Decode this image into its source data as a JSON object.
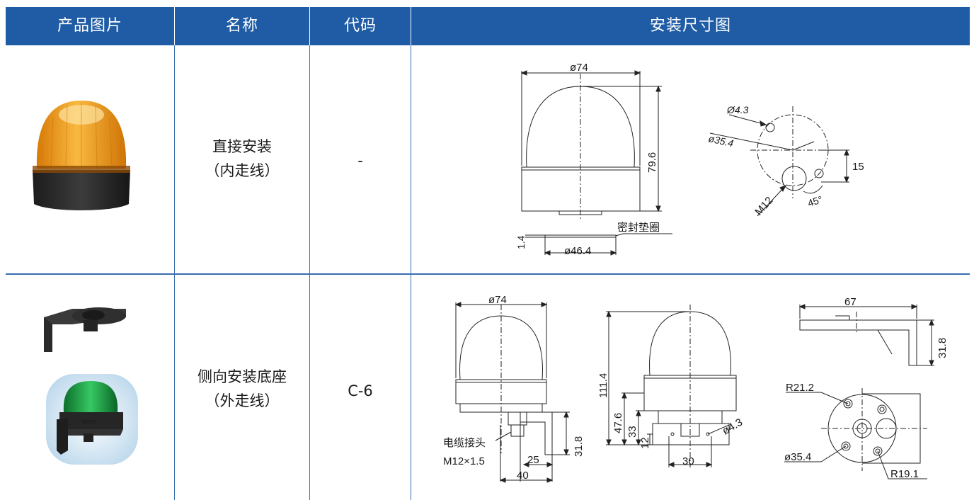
{
  "header": {
    "col_image": "产品图片",
    "col_name": "名称",
    "col_code": "代码",
    "col_drawing": "安装尺寸图"
  },
  "rows": [
    {
      "name_line1": "直接安装",
      "name_line2": "（内走线）",
      "code": "-",
      "drawing": {
        "diameter": "ø74",
        "height": "79.6",
        "gasket_thickness": "1.4",
        "gasket_diameter": "ø46.4",
        "gasket_label": "密封垫圈",
        "hole_diameter": "Ø4.3",
        "pcd": "ø35.4",
        "offset": "15",
        "thread": "M12",
        "angle": "45°"
      }
    },
    {
      "name_line1": "侧向安装底座",
      "name_line2": "（外走线）",
      "code": "C-6",
      "drawing": {
        "front_diameter": "ø74",
        "cable_label_line1": "电缆接头",
        "cable_label_line2": "M12×1.5",
        "bracket_height": "31.8",
        "bracket_25": "25",
        "bracket_40": "40",
        "side_total_height": "111.4",
        "side_476": "47.6",
        "side_33": "33",
        "side_12": "12",
        "side_30": "30",
        "side_hole": "ø4.3",
        "br_width": "67",
        "br_height": "31.8",
        "base_r212": "R21.2",
        "base_pcd": "ø35.4",
        "base_r191": "R19.1"
      }
    }
  ],
  "colors": {
    "header_bg": "#1f5ca5",
    "grid_line": "#3a6db0",
    "amber_lamp": "#f0a21c",
    "green_lamp": "#22a84a"
  }
}
